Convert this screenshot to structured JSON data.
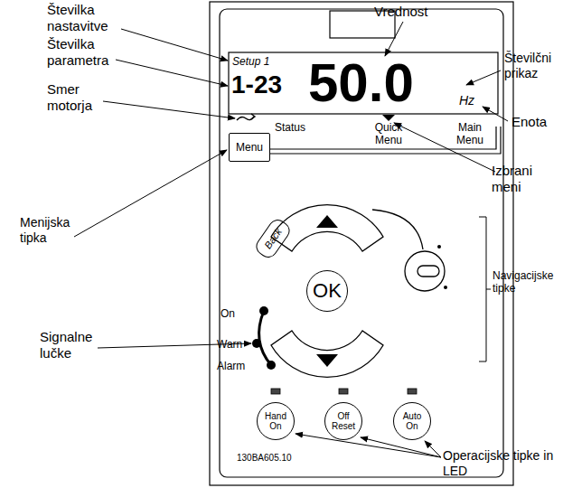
{
  "diagram": {
    "nodes": [
      {
        "text": [
          "130BA605.10"
        ]
      },
      {
        "text": [
          "Setup 1",
          "1-23",
          "50.0",
          "Hz"
        ],
        "in": 0
      },
      {
        "text": [
          "Menu"
        ],
        "in": 0
      },
      {
        "text": [
          "Back"
        ],
        "in": 0
      },
      {
        "text": [
          "OK"
        ],
        "in": 0
      },
      {
        "text": [
          "Hand On"
        ],
        "in": 0
      },
      {
        "text": [
          "Off Reset"
        ],
        "in": 0
      },
      {
        "text": [
          "Auto On"
        ],
        "in": 0
      }
    ],
    "labels": [
      "Vrednost",
      "Številka nastavitve",
      "Številka parametra",
      "Smer motorja",
      "Menijska tipka",
      "Signalne lučke",
      "Številčni prikaz",
      "Enota",
      "Izbrani meni",
      "Navigacijske tipke",
      "Operacijske tipke in LED",
      "Status",
      "Quick Menu",
      "Main Menu",
      "On",
      "Warn",
      "Alarm"
    ]
  }
}
